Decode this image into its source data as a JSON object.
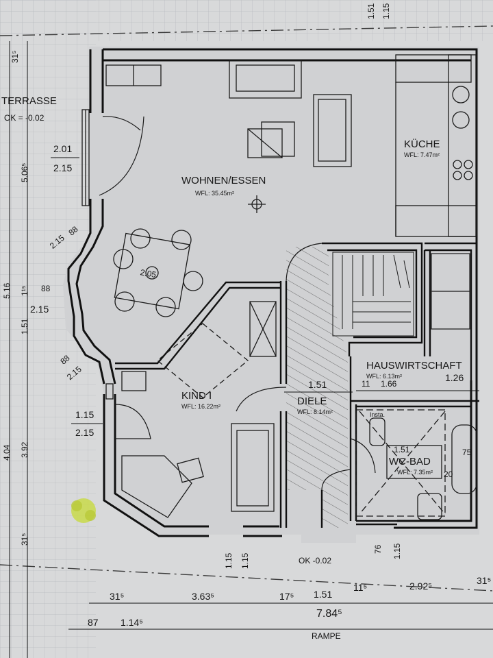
{
  "rooms": {
    "wohnen": {
      "name": "WOHNEN/ESSEN",
      "area": "WFL: 35.45m²"
    },
    "kueche": {
      "name": "KÜCHE",
      "area": "WFL: 7.47m²"
    },
    "kind": {
      "name": "KIND I",
      "area": "WFL: 16.22m²"
    },
    "diele": {
      "name": "DIELE",
      "area": "WFL: 8.14m²"
    },
    "hauswirtschaft": {
      "name": "HAUSWIRTSCHAFT",
      "area": "WFL: 6.13m²"
    },
    "wcbad": {
      "name": "WC-BAD",
      "area": "WFL: 7.35m²"
    }
  },
  "terrasse": {
    "name": "TERRASSE",
    "level": "OK = -0.02"
  },
  "entrance_level": "OK -0.02",
  "rampe": "RAMPE",
  "window_dims": {
    "w1_a": "2.01",
    "w1_b": "2.15",
    "w2_a": "88",
    "w2_b": "2.15",
    "w3_a": "88",
    "w3_b": "2.15",
    "w4_a": "88",
    "w4_b": "2.15",
    "w5_a": "1.15",
    "w5_b": "2.15"
  },
  "interior_dims": {
    "diele_width": "1.51",
    "hwr_a": "1.66",
    "hwr_b": "1.26",
    "hwr_c": "11",
    "sink": "75",
    "bath_a": "1.51",
    "bath_b": "20",
    "door_76": "76",
    "door_115": "1.15",
    "k1": "1.15",
    "k2": "1.15",
    "table": "2.05",
    "insta": "Insta."
  },
  "left_dims": {
    "d1": "31⁵",
    "d2": "5.06⁵",
    "d3": "1.51",
    "d4": "1¹⁵",
    "d5": "3.92",
    "d6": "4.04",
    "d7": "31⁵",
    "d8": "5.16"
  },
  "bottom_dims": {
    "row1": [
      "31⁵",
      "3.63⁵",
      "17⁵",
      "1.51",
      "11⁵",
      "2.92⁵",
      "31⁵"
    ],
    "row2": [
      "87",
      "1.14⁵",
      "7.84⁵"
    ]
  },
  "top_dims": {
    "a": "1.51",
    "b": "1.15"
  }
}
